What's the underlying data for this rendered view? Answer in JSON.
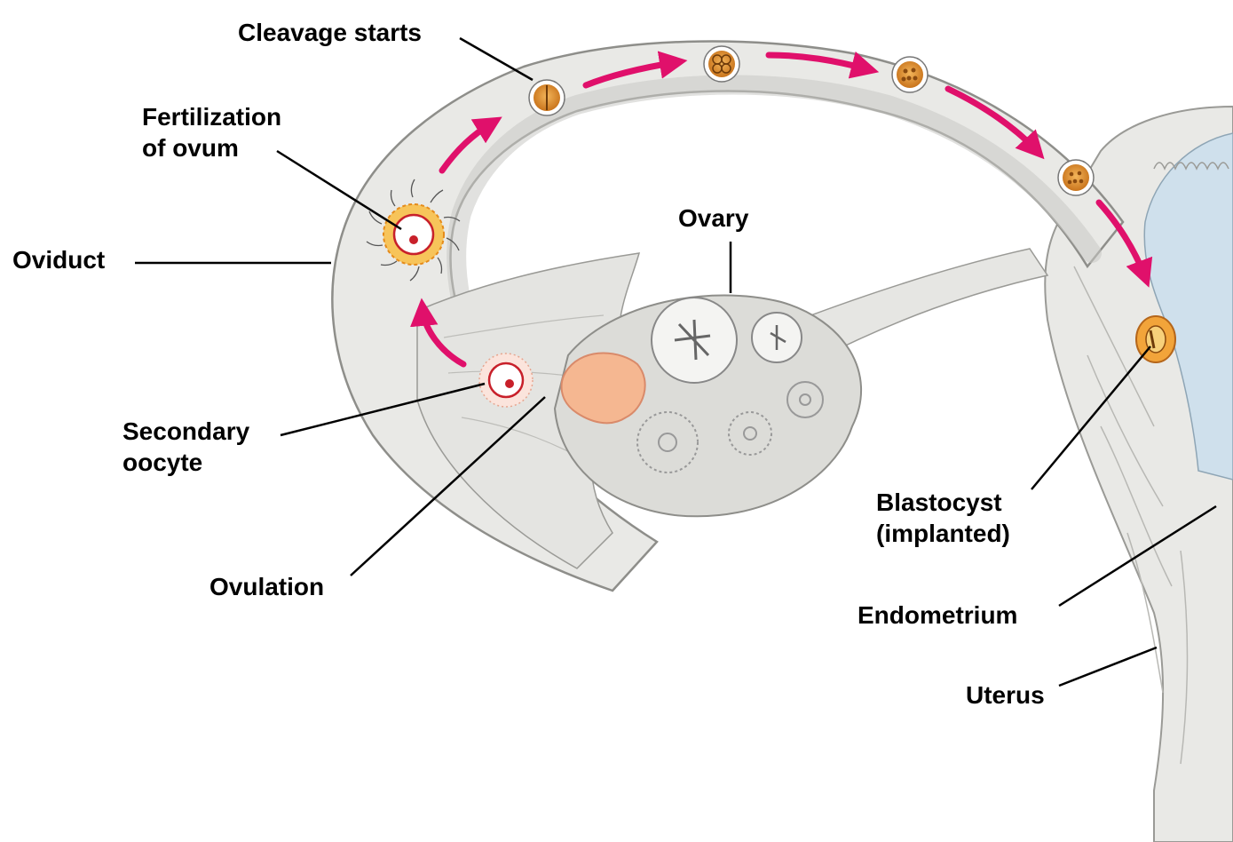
{
  "labels": {
    "cleavage": "Cleavage starts",
    "fert_line1": "Fertilization",
    "fert_line2": "of ovum",
    "oviduct": "Oviduct",
    "ovary": "Ovary",
    "secondary_line1": "Secondary",
    "secondary_line2": "oocyte",
    "ovulation": "Ovulation",
    "blastocyst_line1": "Blastocyst",
    "blastocyst_line2": "(implanted)",
    "endometrium": "Endometrium",
    "uterus": "Uterus"
  },
  "colors": {
    "arrow": "#e0106b",
    "tissue": "#e9e9e6",
    "tissue_dark": "#cfcfcb",
    "lumen": "#cfe0ec",
    "embryo": "#d98a2a",
    "corpus": "#f5b791"
  }
}
